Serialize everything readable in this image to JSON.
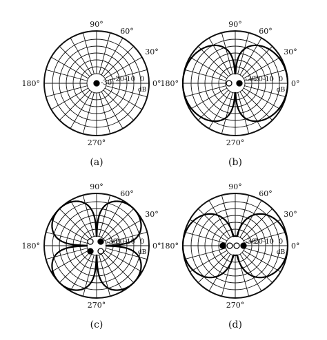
{
  "panels": [
    {
      "caption": "(a)",
      "pattern": "omni",
      "angle_labels": [
        "90°",
        "60°",
        "30°",
        "0°",
        "180°",
        "270°"
      ],
      "db_ticks": [
        "-30",
        "-20",
        "-10",
        "0"
      ],
      "db_unit": "dB",
      "sources": [
        {
          "fill": "black",
          "pos": "center"
        }
      ]
    },
    {
      "caption": "(b)",
      "pattern": "dipole-horizontal",
      "angle_labels": [
        "90°",
        "60°",
        "30°",
        "0°",
        "180°",
        "270°"
      ],
      "db_ticks": [
        "-30",
        "-20",
        "-10",
        "0"
      ],
      "db_unit": "dB",
      "sources": [
        {
          "fill": "white",
          "pos": "left"
        },
        {
          "fill": "black",
          "pos": "right"
        }
      ]
    },
    {
      "caption": "(c)",
      "pattern": "quadrupole",
      "angle_labels": [
        "90°",
        "60°",
        "30°",
        "0°",
        "180°",
        "270°"
      ],
      "db_ticks": [
        "-30",
        "-20",
        "-10",
        "0"
      ],
      "db_unit": "dB",
      "sources": [
        {
          "fill": "white",
          "pos": "upper-left"
        },
        {
          "fill": "black",
          "pos": "upper-right"
        },
        {
          "fill": "black",
          "pos": "lower-left"
        },
        {
          "fill": "white",
          "pos": "lower-right"
        }
      ]
    },
    {
      "caption": "(d)",
      "pattern": "linear-quadrupole",
      "angle_labels": [
        "90°",
        "60°",
        "30°",
        "0°",
        "180°",
        "270°"
      ],
      "db_ticks": [
        "-30",
        "-20",
        "-10",
        "0"
      ],
      "db_unit": "dB",
      "sources": [
        {
          "fill": "black",
          "pos": "far-left"
        },
        {
          "fill": "white",
          "pos": "mid-left"
        },
        {
          "fill": "white",
          "pos": "mid-right"
        },
        {
          "fill": "black",
          "pos": "far-right"
        }
      ]
    }
  ]
}
